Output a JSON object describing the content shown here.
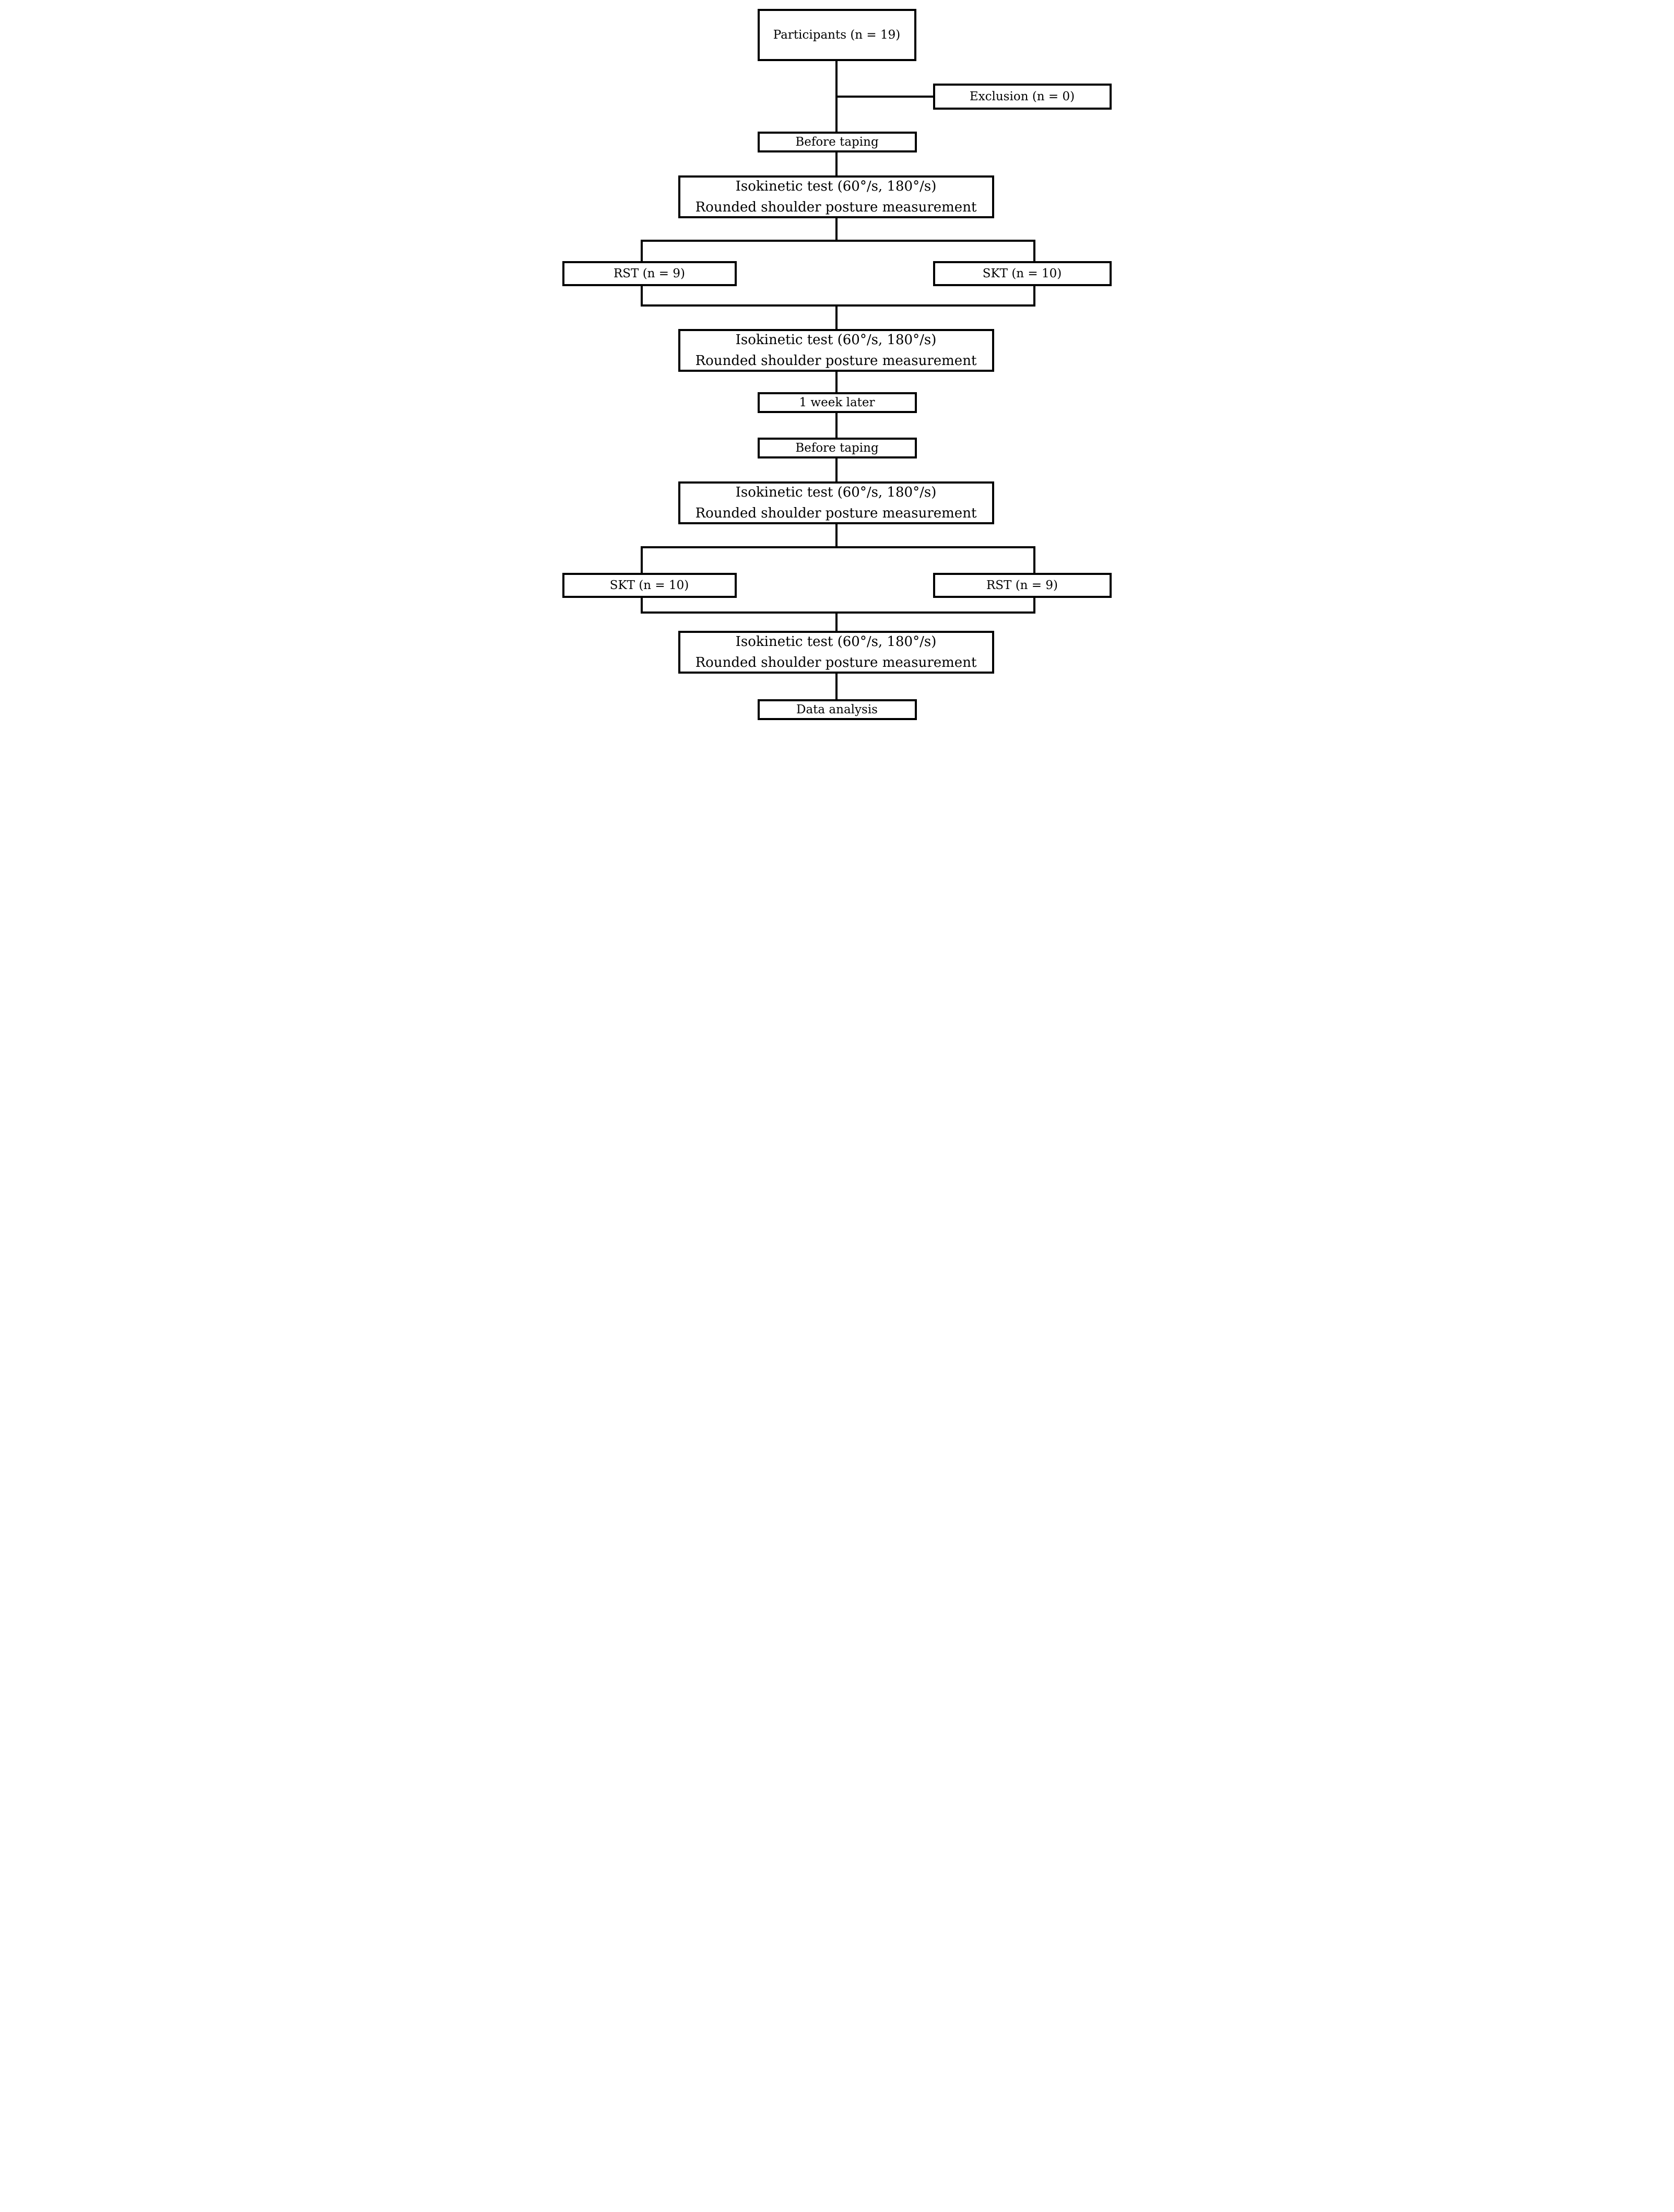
{
  "diagram": {
    "participants": {
      "label": "Participants (n = 19)"
    },
    "exclusion": {
      "label": "Exclusion (n = 0)"
    },
    "isokinetic_test": {
      "line1": "Isokinetic test (60°/s, 180°/s)",
      "line2": "Rounded shoulder posture measurement"
    },
    "round1": {
      "before_taping": "Before taping",
      "left_group": "RST (n = 9)",
      "right_group": "SKT (n = 10)"
    },
    "one_week_later": "1 week later",
    "round2": {
      "before_taping": "Before taping",
      "left_group": "SKT (n = 10)",
      "right_group": "RST (n = 9)"
    },
    "data_analysis": "Data analysis"
  }
}
